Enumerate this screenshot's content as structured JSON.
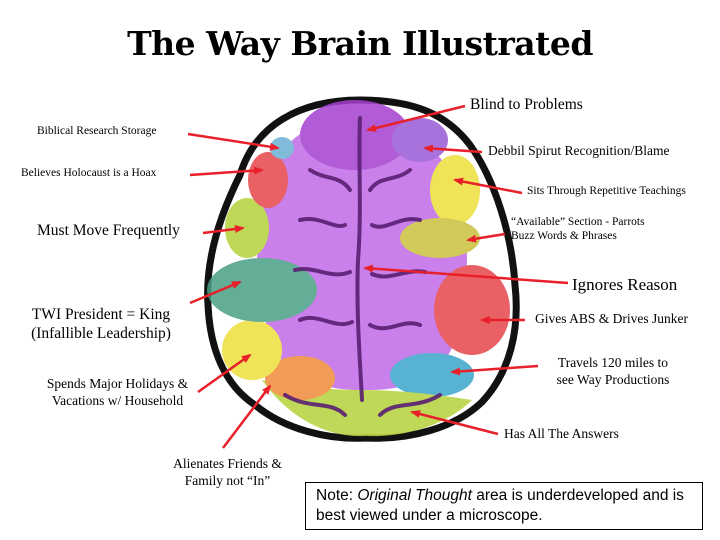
{
  "title": "The Way Brain Illustrated",
  "labels": {
    "blind_to_problems": "Blind to Problems",
    "biblical_research_storage": "Biblical Research Storage",
    "debbil_spirut": "Debbil Spirut Recognition/Blame",
    "believes_holocaust": "Believes Holocaust is a Hoax",
    "sits_through": "Sits Through Repetitive Teachings",
    "must_move": "Must Move Frequently",
    "available_section_line1": "“Available” Section - Parrots",
    "available_section_line2": "Buzz Words & Phrases",
    "ignores_reason": "Ignores Reason",
    "twi_president_line1": "TWI President = King",
    "twi_president_line2": "(Infallible Leadership)",
    "gives_abs": "Gives ABS & Drives Junker",
    "travels_line1": "Travels 120 miles to",
    "travels_line2": "see Way Productions",
    "spends_holidays_line1": "Spends Major Holidays &",
    "spends_holidays_line2": "Vacations w/ Household",
    "has_all_answers": "Has All The Answers",
    "alienates_line1": "Alienates Friends &",
    "alienates_line2": "Family not “In”"
  },
  "note": {
    "prefix": "Note: ",
    "emphasis": "Original Thought",
    "suffix": " area is underdeveloped and is best viewed under a microscope."
  },
  "colors": {
    "arrow": "#e8202a",
    "purple": "#c06ae8",
    "green": "#b6d23a",
    "red": "#e6454b",
    "yellow": "#ede03a",
    "blue": "#3aa6c9",
    "orange": "#f08a3a",
    "teal": "#4a9f86"
  }
}
